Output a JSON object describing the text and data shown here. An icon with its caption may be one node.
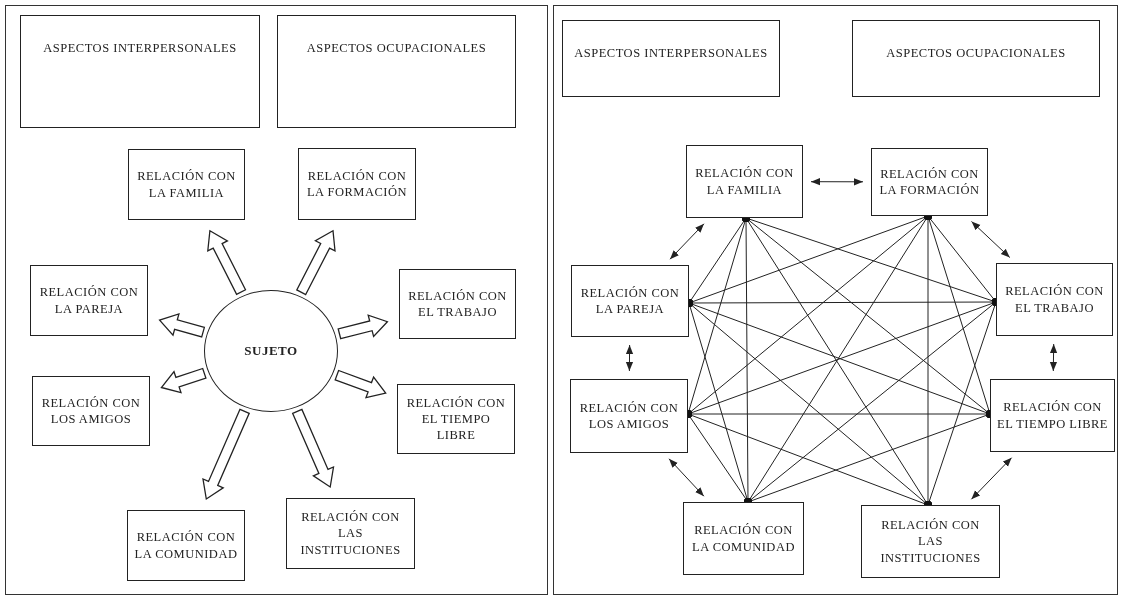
{
  "diagram": {
    "nodes": [
      {
        "text": [
          "ASPECTOS INTERPERSONALES"
        ]
      },
      {
        "text": [
          "ASPECTOS OCUPACIONALES"
        ]
      },
      {
        "text": [
          "RELACIÓN CON LA FAMILIA"
        ]
      },
      {
        "text": [
          "RELACIÓN CON LA FORMACIÓN"
        ]
      },
      {
        "text": [
          "RELACIÓN CON LA PAREJA"
        ]
      },
      {
        "text": [
          "RELACIÓN CON EL TRABAJO"
        ]
      },
      {
        "text": [
          "SUJETO"
        ]
      },
      {
        "text": [
          "RELACIÓN CON LOS AMIGOS"
        ]
      },
      {
        "text": [
          "RELACIÓN CON EL TIEMPO LIBRE"
        ]
      },
      {
        "text": [
          "RELACIÓN CON LA COMUNIDAD"
        ]
      },
      {
        "text": [
          "RELACIÓN CON LAS INSTITUCIONES"
        ]
      },
      {
        "text": [
          "ASPECTOS INTERPERSONALES"
        ]
      },
      {
        "text": [
          "ASPECTOS OCUPACIONALES"
        ]
      },
      {
        "text": [
          "RELACIÓN CON LA FAMILIA"
        ]
      },
      {
        "text": [
          "RELACIÓN CON LA FORMACIÓN"
        ]
      },
      {
        "text": [
          "RELACIÓN CON LA PAREJA"
        ]
      },
      {
        "text": [
          "RELACIÓN CON EL TRABAJO"
        ]
      },
      {
        "text": [
          "RELACIÓN CON LOS AMIGOS"
        ]
      },
      {
        "text": [
          "RELACIÓN CON EL TIEMPO LIBRE"
        ]
      },
      {
        "text": [
          "RELACIÓN CON LA COMUNIDAD"
        ]
      },
      {
        "text": [
          "RELACIÓN CON LAS INSTITUCIONES"
        ]
      }
    ],
    "edges": [
      {
        "from": 6,
        "to": 2,
        "arrow": "to",
        "style": "thick"
      },
      {
        "from": 6,
        "to": 3,
        "arrow": "to",
        "style": "thick"
      },
      {
        "from": 6,
        "to": 4,
        "arrow": "to",
        "style": "thick"
      },
      {
        "from": 6,
        "to": 5,
        "arrow": "to",
        "style": "thick"
      },
      {
        "from": 6,
        "to": 7,
        "arrow": "to",
        "style": "thick"
      },
      {
        "from": 6,
        "to": 8,
        "arrow": "to",
        "style": "thick"
      },
      {
        "from": 6,
        "to": 9,
        "arrow": "to",
        "style": "thick"
      },
      {
        "from": 6,
        "to": 10,
        "arrow": "to",
        "style": "thick"
      },
      {
        "from": 13,
        "to": 14,
        "arrow": "both"
      },
      {
        "from": 14,
        "to": 16,
        "arrow": "both"
      },
      {
        "from": 16,
        "to": 18,
        "arrow": "both"
      },
      {
        "from": 18,
        "to": 20,
        "arrow": "both"
      },
      {
        "from": 19,
        "to": 17,
        "arrow": "both"
      },
      {
        "from": 17,
        "to": 15,
        "arrow": "both"
      },
      {
        "from": 15,
        "to": 13,
        "arrow": "both"
      },
      {
        "from": 13,
        "to": 15,
        "arrow": "other"
      },
      {
        "from": 13,
        "to": 16,
        "arrow": "other"
      },
      {
        "from": 13,
        "to": 17,
        "arrow": "other"
      },
      {
        "from": 13,
        "to": 18,
        "arrow": "other"
      },
      {
        "from": 13,
        "to": 19,
        "arrow": "other"
      },
      {
        "from": 13,
        "to": 20,
        "arrow": "other"
      },
      {
        "from": 14,
        "to": 15,
        "arrow": "other"
      },
      {
        "from": 14,
        "to": 16,
        "arrow": "other"
      },
      {
        "from": 14,
        "to": 17,
        "arrow": "other"
      },
      {
        "from": 14,
        "to": 18,
        "arrow": "other"
      },
      {
        "from": 14,
        "to": 19,
        "arrow": "other"
      },
      {
        "from": 14,
        "to": 20,
        "arrow": "other"
      },
      {
        "from": 15,
        "to": 16,
        "arrow": "other"
      },
      {
        "from": 15,
        "to": 18,
        "arrow": "other"
      },
      {
        "from": 15,
        "to": 19,
        "arrow": "other"
      },
      {
        "from": 15,
        "to": 20,
        "arrow": "other"
      },
      {
        "from": 16,
        "to": 17,
        "arrow": "other"
      },
      {
        "from": 16,
        "to": 19,
        "arrow": "other"
      },
      {
        "from": 16,
        "to": 20,
        "arrow": "other"
      },
      {
        "from": 17,
        "to": 18,
        "arrow": "other"
      },
      {
        "from": 17,
        "to": 19,
        "arrow": "other"
      },
      {
        "from": 17,
        "to": 20,
        "arrow": "other"
      },
      {
        "from": 18,
        "to": 19,
        "arrow": "other"
      }
    ]
  }
}
